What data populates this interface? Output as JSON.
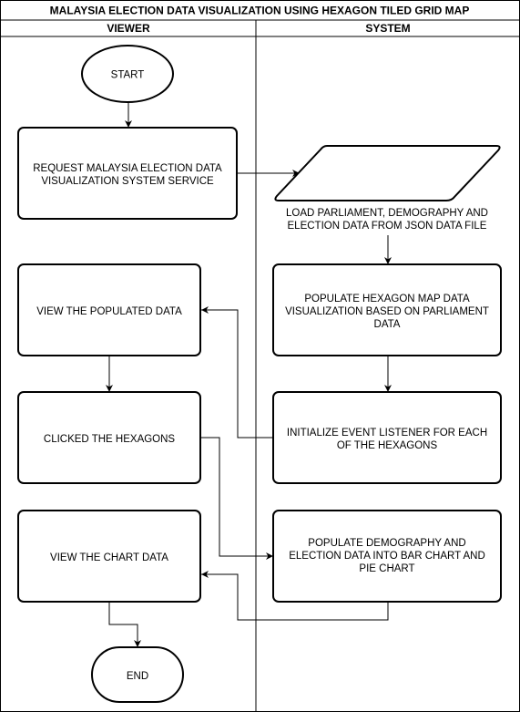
{
  "diagram": {
    "title": "MALAYSIA ELECTION DATA VISUALIZATION USING HEXAGON TILED GRID MAP",
    "lanes": {
      "viewer": "VIEWER",
      "system": "SYSTEM"
    },
    "nodes": {
      "start": [
        "START"
      ],
      "request": [
        "REQUEST MALAYSIA ELECTION DATA",
        "VISUALIZATION SYSTEM SERVICE"
      ],
      "load": [
        "LOAD PARLIAMENT, DEMOGRAPHY AND",
        "ELECTION DATA FROM JSON DATA FILE"
      ],
      "populate_map": [
        "POPULATE HEXAGON MAP DATA",
        "VISUALIZATION BASED ON PARLIAMENT",
        "DATA"
      ],
      "view_populated": [
        "VIEW THE POPULATED DATA"
      ],
      "init_listener": [
        "INITIALIZE EVENT LISTENER FOR EACH",
        "OF THE HEXAGONS"
      ],
      "clicked": [
        "CLICKED THE HEXAGONS"
      ],
      "populate_charts": [
        "POPULATE DEMOGRAPHY AND",
        "ELECTION DATA INTO BAR CHART AND",
        "PIE CHART"
      ],
      "view_chart": [
        "VIEW THE CHART DATA"
      ],
      "end": [
        "END"
      ]
    }
  }
}
